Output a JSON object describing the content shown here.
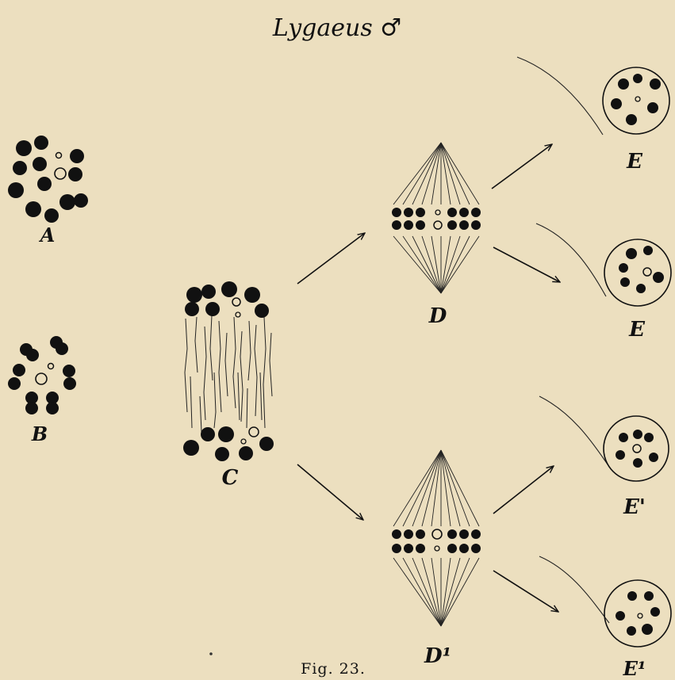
{
  "title": "Lygaeus ♂",
  "caption": "Fig. 23.",
  "labels": {
    "A": "A",
    "B": "B",
    "C": "C",
    "D": "D",
    "D1": "D¹",
    "E_top": "E",
    "E_second": "E",
    "E_prime": "E'",
    "E1": "E¹"
  },
  "colors": {
    "background": "#ecdfbf",
    "ink": "#111111"
  }
}
